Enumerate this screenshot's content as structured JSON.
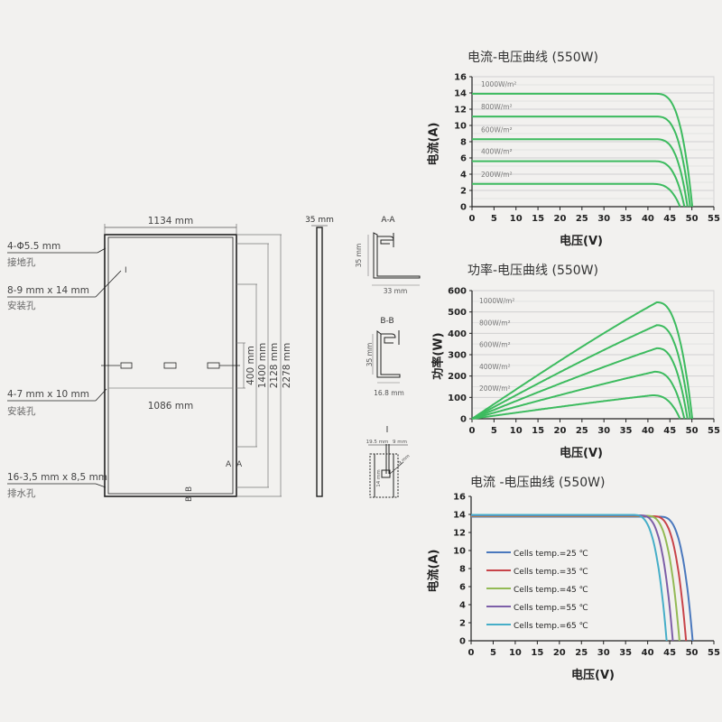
{
  "drawing": {
    "front_view": {
      "width_label": "1134 mm",
      "inner_width_label": "1086 mm",
      "height_labels": [
        "400 mm",
        "1400 mm",
        "2128 mm",
        "2278 mm"
      ],
      "detail_marker": "I",
      "section_markers": {
        "a": "A",
        "b": "B"
      }
    },
    "callouts": [
      {
        "spec": "4-Φ5.5 mm",
        "name": "接地孔"
      },
      {
        "spec": "8-9 mm x 14 mm",
        "name": "安装孔"
      },
      {
        "spec": "4-7 mm x 10 mm",
        "name": "安装孔"
      },
      {
        "spec": "16-3,5 mm x 8,5 mm",
        "name": "排水孔"
      }
    ],
    "side_view": {
      "thickness_label": "35 mm"
    },
    "section_aa": {
      "title": "A-A",
      "height_label": "35 mm",
      "width_label": "33 mm"
    },
    "section_bb": {
      "title": "B-B",
      "height_label": "35 mm",
      "width_label": "16.8 mm"
    },
    "detail_i": {
      "title": "I",
      "dim1": "19.5 mm",
      "dim2": "9 mm",
      "dim3": "14 mm",
      "dim4": "9 mm"
    }
  },
  "chart_data": [
    {
      "type": "line",
      "title": "电流-电压曲线 (550W)",
      "xlabel": "电压(V)",
      "ylabel": "电流(A)",
      "xlim": [
        0,
        55
      ],
      "ylim": [
        0,
        16
      ],
      "xticks": [
        0,
        5,
        10,
        15,
        20,
        25,
        30,
        35,
        40,
        45,
        50,
        55
      ],
      "yticks": [
        0,
        2,
        4,
        6,
        8,
        10,
        12,
        14,
        16
      ],
      "grid": true,
      "color": "#3dbb5f",
      "series": [
        {
          "name": "1000W/m²",
          "isc": 13.9,
          "voc": 50.1,
          "knee": 41.5
        },
        {
          "name": "800W/m²",
          "isc": 11.1,
          "voc": 49.6,
          "knee": 41.5
        },
        {
          "name": "600W/m²",
          "isc": 8.3,
          "voc": 49.0,
          "knee": 41.5
        },
        {
          "name": "400W/m²",
          "isc": 5.6,
          "voc": 48.3,
          "knee": 41.0
        },
        {
          "name": "200W/m²",
          "isc": 2.8,
          "voc": 47.3,
          "knee": 40.5
        }
      ]
    },
    {
      "type": "line",
      "title": "功率-电压曲线 (550W)",
      "xlabel": "电压(V)",
      "ylabel": "功率(W)",
      "xlim": [
        0,
        55
      ],
      "ylim": [
        0,
        600
      ],
      "xticks": [
        0,
        5,
        10,
        15,
        20,
        25,
        30,
        35,
        40,
        45,
        50,
        55
      ],
      "yticks": [
        0,
        100,
        200,
        300,
        400,
        500,
        600
      ],
      "grid": true,
      "color": "#3dbb5f",
      "series": [
        {
          "name": "1000W/m²",
          "pmax": 545,
          "vmp": 42.0,
          "voc": 50.1
        },
        {
          "name": "800W/m²",
          "pmax": 438,
          "vmp": 42.0,
          "voc": 49.6
        },
        {
          "name": "600W/m²",
          "pmax": 330,
          "vmp": 42.0,
          "voc": 49.0
        },
        {
          "name": "400W/m²",
          "pmax": 220,
          "vmp": 41.5,
          "voc": 48.3
        },
        {
          "name": "200W/m²",
          "pmax": 110,
          "vmp": 41.0,
          "voc": 47.3
        }
      ]
    },
    {
      "type": "line",
      "title": "电流 -电压曲线 (550W)",
      "xlabel": "电压(V)",
      "ylabel": "电流(A)",
      "xlim": [
        0,
        55
      ],
      "ylim": [
        0,
        16
      ],
      "xticks": [
        0,
        5,
        10,
        15,
        20,
        25,
        30,
        35,
        40,
        45,
        50,
        55
      ],
      "yticks": [
        0,
        2,
        4,
        6,
        8,
        10,
        12,
        14,
        16
      ],
      "grid": false,
      "legend": "center-left",
      "series": [
        {
          "name": "Cells temp.=25 ℃",
          "color": "#4a78bd",
          "isc": 13.75,
          "voc": 50.2,
          "knee": 42.5
        },
        {
          "name": "Cells temp.=35 ℃",
          "color": "#c8444a",
          "isc": 13.8,
          "voc": 48.7,
          "knee": 41.0
        },
        {
          "name": "Cells temp.=45 ℃",
          "color": "#93ba55",
          "isc": 13.85,
          "voc": 47.2,
          "knee": 39.5
        },
        {
          "name": "Cells temp.=55 ℃",
          "color": "#7d5fa8",
          "isc": 13.9,
          "voc": 45.7,
          "knee": 38.0
        },
        {
          "name": "Cells temp.=65 ℃",
          "color": "#46aec8",
          "isc": 13.95,
          "voc": 44.3,
          "knee": 36.5
        }
      ]
    }
  ]
}
